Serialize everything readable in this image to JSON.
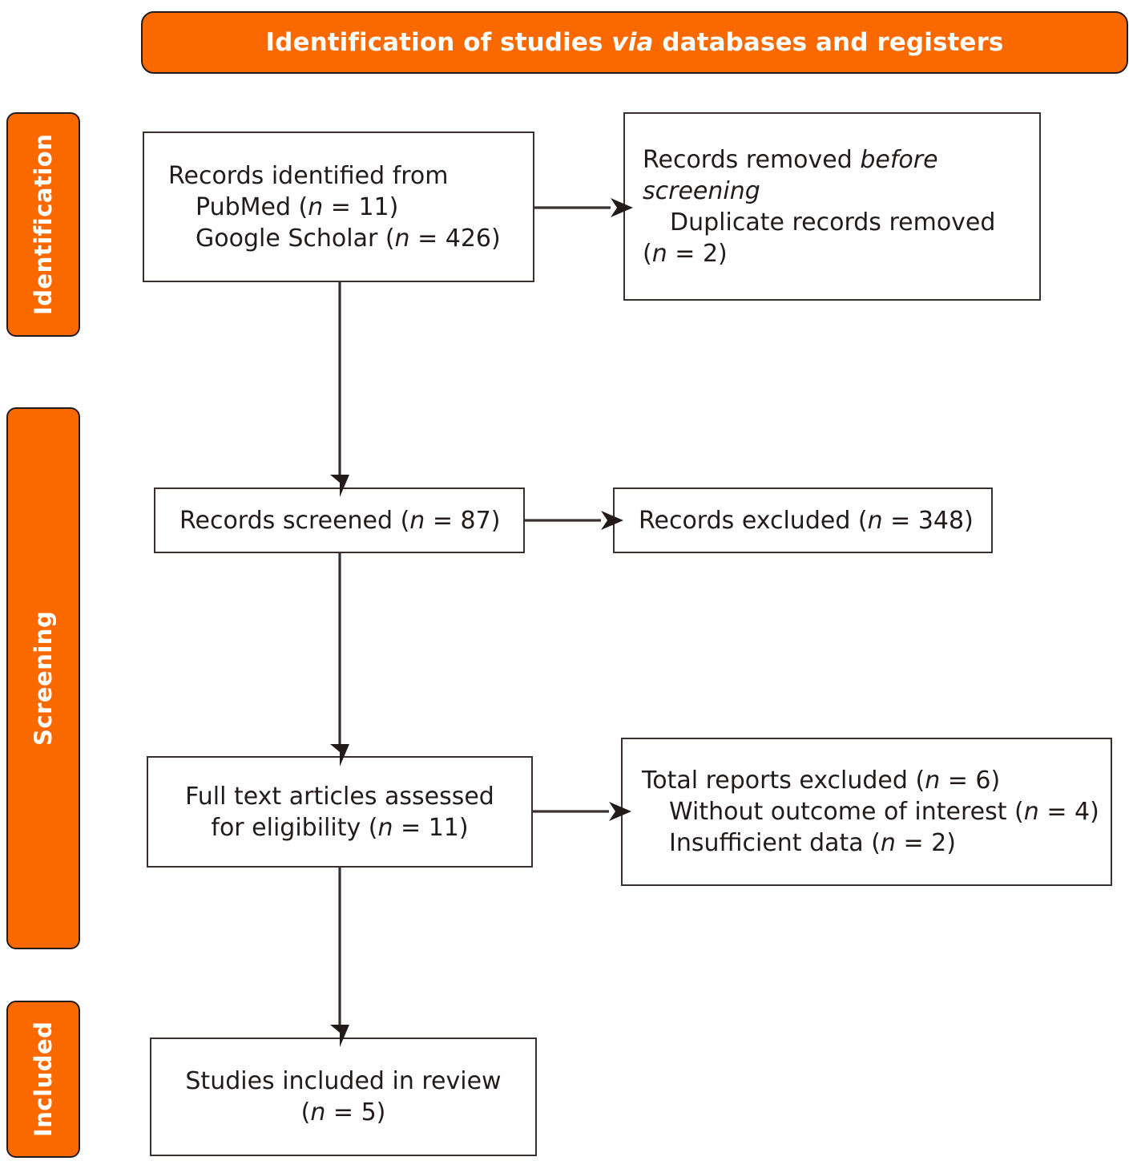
{
  "header": {
    "title_plain_1": "Identification of studies ",
    "title_italic": "via",
    "title_plain_2": " databases and registers",
    "banner_color": "#fa6900",
    "text_color": "#ffffff"
  },
  "stages": [
    {
      "id": "identification",
      "label": "Identification"
    },
    {
      "id": "screening",
      "label": "Screening"
    },
    {
      "id": "included",
      "label": "Included"
    }
  ],
  "boxes": {
    "identified": {
      "line1": "Records identified from",
      "line2": "PubMed (",
      "line2_italic": "n",
      "line2_end": " = 11)",
      "line3": "Google Scholar (",
      "line3_italic": "n",
      "line3_end": " = 426)"
    },
    "removed_before": {
      "line1_plain": "Records removed ",
      "line1_italic": "before screening",
      "line2": "Duplicate records removed",
      "line3_open": "(",
      "line3_italic": "n",
      "line3_end": " = 2)"
    },
    "screened": {
      "line1_plain": "Records screened (",
      "line1_italic": "n",
      "line1_end": " = 87)"
    },
    "excluded": {
      "line1_plain": "Records excluded (",
      "line1_italic": "n",
      "line1_end": " = 348)"
    },
    "fulltext": {
      "line1": "Full text articles assessed",
      "line2_plain": "for eligibility (",
      "line2_italic": "n",
      "line2_end": " = 11)"
    },
    "reports_excluded": {
      "line1_plain": "Total reports excluded (",
      "line1_italic": "n",
      "line1_end": " = 6)",
      "line2_plain": "Without outcome of interest (",
      "line2_italic": "n",
      "line2_end": " = 4)",
      "line3_plain": "Insufficient data (",
      "line3_italic": "n",
      "line3_end": " = 2)"
    },
    "included": {
      "line1": "Studies included in review",
      "line2_open": "(",
      "line2_italic": "n",
      "line2_end": " = 5)"
    }
  },
  "chart_data": {
    "type": "diagram",
    "title": "Identification of studies via databases and registers",
    "diagram_kind": "PRISMA flow diagram",
    "stages": [
      "Identification",
      "Screening",
      "Included"
    ],
    "nodes": [
      {
        "id": "identified",
        "stage": "Identification",
        "text": "Records identified from PubMed (n = 11); Google Scholar (n = 426)",
        "counts": {
          "PubMed": 11,
          "Google Scholar": 426
        }
      },
      {
        "id": "removed_before",
        "stage": "Identification",
        "text": "Records removed before screening: Duplicate records removed (n = 2)",
        "counts": {
          "Duplicate records removed": 2
        }
      },
      {
        "id": "screened",
        "stage": "Screening",
        "text": "Records screened (n = 87)",
        "counts": {
          "n": 87
        }
      },
      {
        "id": "excluded",
        "stage": "Screening",
        "text": "Records excluded (n = 348)",
        "counts": {
          "n": 348
        }
      },
      {
        "id": "fulltext",
        "stage": "Screening",
        "text": "Full text articles assessed for eligibility (n = 11)",
        "counts": {
          "n": 11
        }
      },
      {
        "id": "reports_excluded",
        "stage": "Screening",
        "text": "Total reports excluded (n = 6): Without outcome of interest (n = 4); Insufficient data (n = 2)",
        "counts": {
          "Total": 6,
          "Without outcome of interest": 4,
          "Insufficient data": 2
        }
      },
      {
        "id": "included",
        "stage": "Included",
        "text": "Studies included in review (n = 5)",
        "counts": {
          "n": 5
        }
      }
    ],
    "edges": [
      {
        "from": "identified",
        "to": "removed_before",
        "direction": "right"
      },
      {
        "from": "identified",
        "to": "screened",
        "direction": "down"
      },
      {
        "from": "screened",
        "to": "excluded",
        "direction": "right"
      },
      {
        "from": "screened",
        "to": "fulltext",
        "direction": "down"
      },
      {
        "from": "fulltext",
        "to": "reports_excluded",
        "direction": "right"
      },
      {
        "from": "fulltext",
        "to": "included",
        "direction": "down"
      }
    ]
  }
}
